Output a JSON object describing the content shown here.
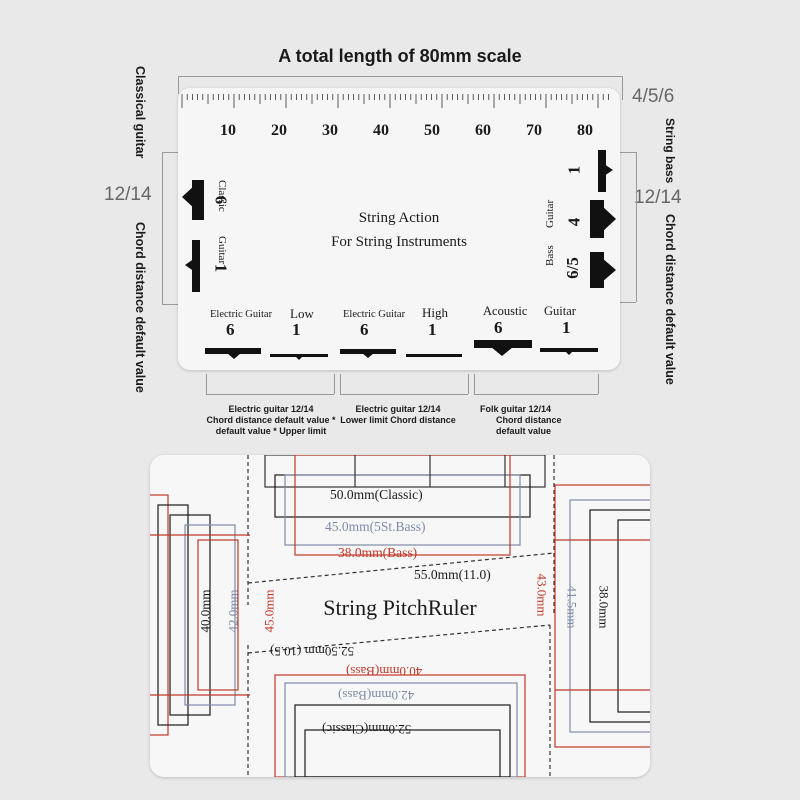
{
  "header": {
    "title": "A total length of 80mm scale"
  },
  "left_side": {
    "top_text": "Classical guitar",
    "fret_value": "12/14",
    "bottom_text": "Chord distance default value"
  },
  "right_side": {
    "scale_values": "4/5/6",
    "top_text": "String bass",
    "fret_value": "12/14",
    "bottom_text": "Chord distance default value"
  },
  "top_card": {
    "ruler_labels": [
      "10",
      "20",
      "30",
      "40",
      "50",
      "60",
      "70",
      "80"
    ],
    "center_title": "String Action",
    "center_subtitle": "For String Instruments",
    "classic_guitar": {
      "label_a": "Classic",
      "label_b": "Guitar",
      "value_6": "6",
      "value_1": "1"
    },
    "bass_guitar": {
      "label_a": "Bass",
      "label_b": "Guitar",
      "value_1": "1",
      "value_4": "4",
      "value_65": "6/5"
    },
    "electric_low": {
      "label": "Electric Guitar",
      "suffix": "Low",
      "value_6": "6",
      "value_1": "1"
    },
    "electric_high": {
      "label": "Electric Guitar",
      "suffix": "High",
      "value_6": "6",
      "value_1": "1"
    },
    "acoustic": {
      "label_a": "Acoustic",
      "label_b": "Guitar",
      "value_6": "6",
      "value_1": "1"
    }
  },
  "captions": {
    "left": {
      "line1": "Electric guitar 12/14",
      "line2": "Chord distance default value *",
      "line3": "default value * Upper limit"
    },
    "middle": {
      "line1": "Electric guitar 12/14",
      "line2": "Lower limit Chord distance"
    },
    "right": {
      "line1": "Folk guitar 12/14",
      "line2": "Chord distance",
      "line3": "default value"
    }
  },
  "bottom_card": {
    "title": "String PitchRuler",
    "dims": {
      "d50": "50.0mm(Classic)",
      "d45s": "45.0mm(5St.Bass)",
      "d38b": "38.0mm(Bass)",
      "d55": "55.0mm(11.0)",
      "d43": "43.0mm",
      "d41": "41.5mm",
      "d38": "38.0mm",
      "d40": "40.0mm",
      "d42": "42.0mm",
      "d45": "45.0mm",
      "d525": "52.50mm (10.5)",
      "d40b": "40.0mm(Bass)",
      "d42b": "42.0mm(Bass)",
      "d52c": "52.0mm(Classic)"
    }
  },
  "colors": {
    "red": "#c0392b",
    "blue": "#7d8aa8",
    "black": "#1a1a1a"
  }
}
